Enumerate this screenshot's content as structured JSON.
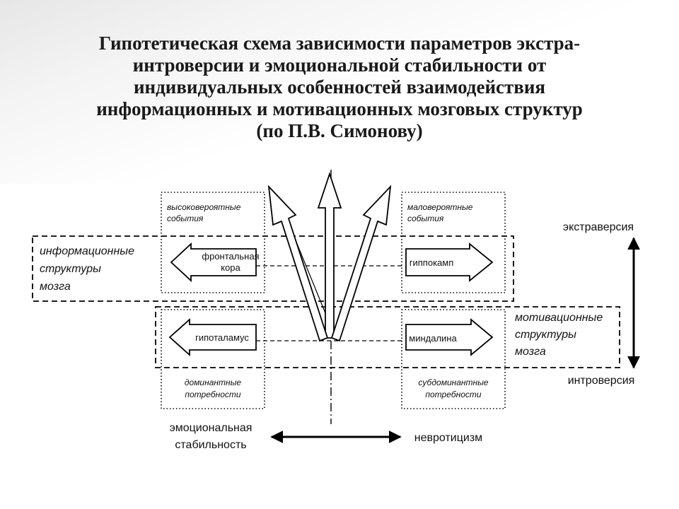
{
  "title": {
    "lines": [
      "Гипотетическая схема зависимости параметров экстра-",
      "интроверсии и эмоциональной стабильности от",
      "индивидуальных особенностей взаимодействия",
      "информационных и мотивационных мозговых структур",
      "(по П.В. Симонову)"
    ]
  },
  "corners": {
    "top_left": [
      "высоковероятные",
      "события"
    ],
    "top_right": [
      "маловероятные",
      "события"
    ],
    "bottom_left": [
      "доминантные",
      "потребности"
    ],
    "bottom_right": [
      "субдоминантные",
      "потребности"
    ]
  },
  "groups": {
    "informational": [
      "информационные",
      "структуры",
      "мозга"
    ],
    "motivational": [
      "мотивационные",
      "структуры",
      "мозга"
    ]
  },
  "structures": {
    "frontal": [
      "фронтальная",
      "кора"
    ],
    "hippocampus": "гиппокамп",
    "hypothalamus": "гипоталамус",
    "amygdala": "миндалина"
  },
  "axes": {
    "extraversion": "экстраверсия",
    "introversion": "интроверсия",
    "emotional_stability": [
      "эмоциональная",
      "стабильность"
    ],
    "neuroticism": "невротицизм"
  }
}
